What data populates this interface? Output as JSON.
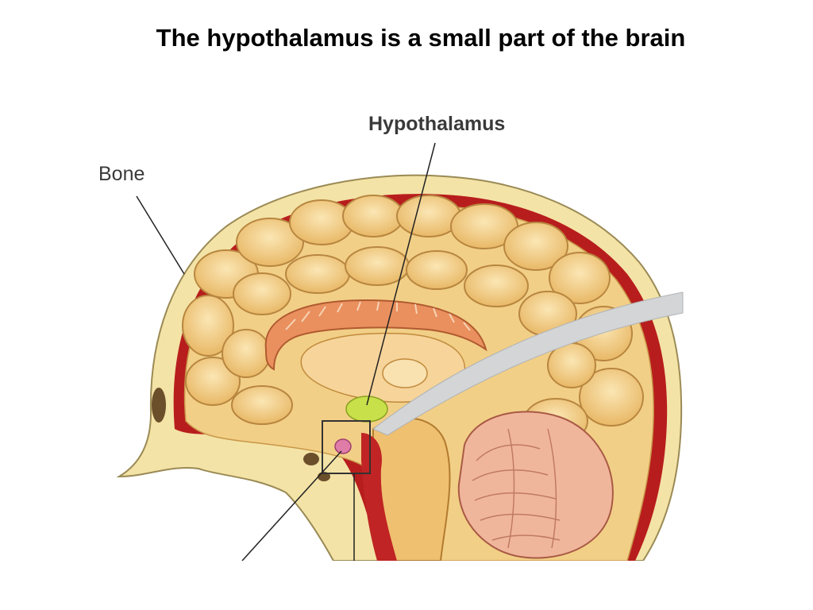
{
  "slide": {
    "title": "The hypothalamus is a small part of the brain"
  },
  "diagram": {
    "labels": {
      "hypothalamus": "Hypothalamus",
      "bone": "Bone"
    },
    "colors": {
      "skull_bone": "#f3e3a6",
      "meninges_red": "#b81d1d",
      "cortex_gyri": "#f2cf86",
      "corpus_callosum": "#e9905e",
      "cerebellum": "#f0b69c",
      "hypothalamus_highlight": "#c8e04a",
      "pituitary": "#e07ca8",
      "brainstem_pointer": "#d3d5d6"
    }
  }
}
